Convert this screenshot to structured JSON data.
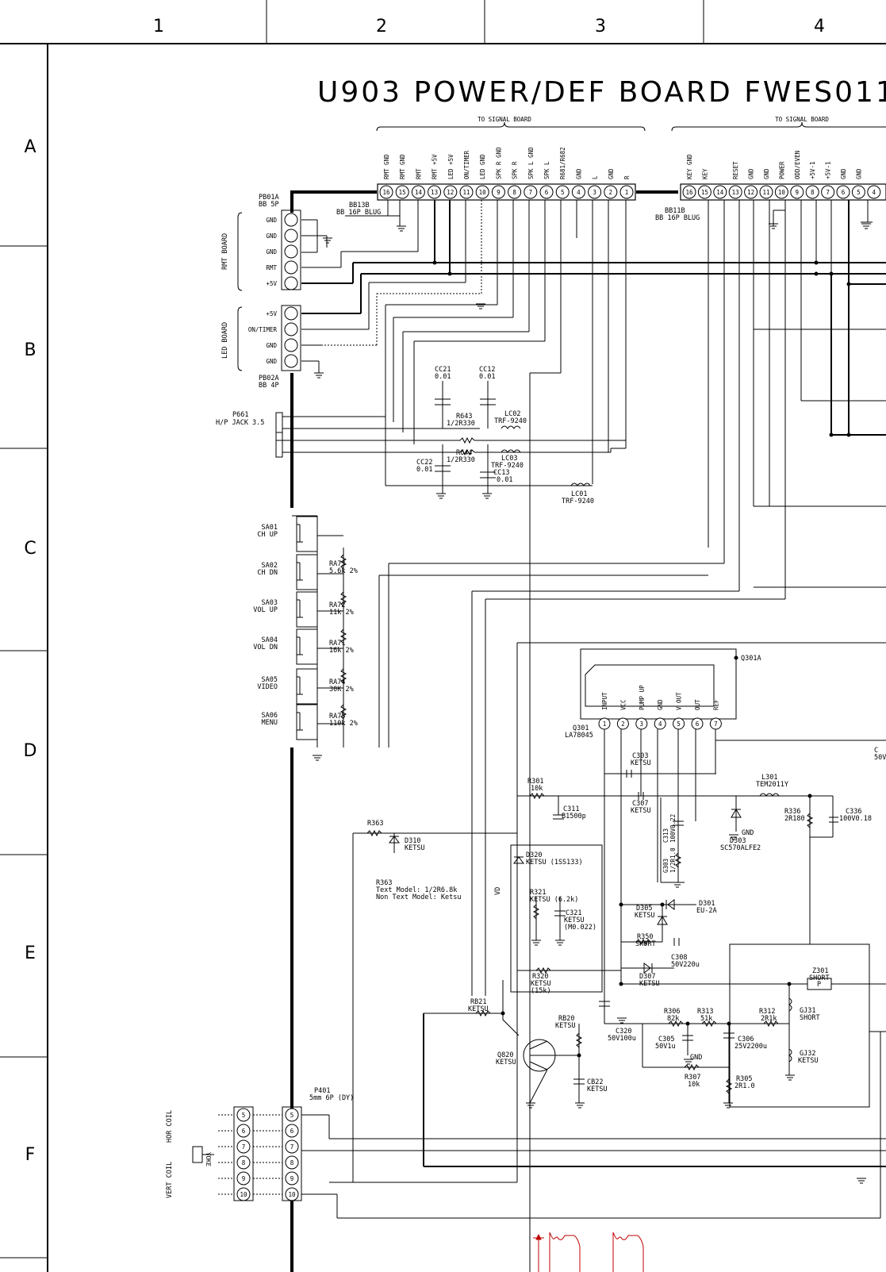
{
  "title": "U903 POWER/DEF BOARD FWES011",
  "col_zones": [
    "1",
    "2",
    "3",
    "4"
  ],
  "row_zones": [
    "A",
    "B",
    "C",
    "D",
    "E",
    "F"
  ],
  "signal_board_label": "TO SIGNAL BOARD",
  "bb13b": {
    "ref": "BB13B",
    "sub": "BB 16P BLUG",
    "pins": [
      "16",
      "15",
      "14",
      "13",
      "12",
      "11",
      "10",
      "9",
      "8",
      "7",
      "6",
      "5",
      "4",
      "3",
      "2",
      "1"
    ],
    "names": [
      "RMT GND",
      "RMT GND",
      "RMT",
      "RMT +5V",
      "LED +5V",
      "ON/TIMER",
      "LED GND",
      "SPK R GND",
      "SPK R",
      "SPK L GND",
      "SPK L",
      "R681/R682",
      "GND",
      "L",
      "GND",
      "R"
    ]
  },
  "bb11b": {
    "ref": "BB11B",
    "sub": "BB 16P BLUG",
    "pins": [
      "16",
      "15",
      "14",
      "13",
      "12",
      "11",
      "10",
      "9",
      "8",
      "7",
      "6",
      "5",
      "4"
    ],
    "names": [
      "KEY GND",
      "KEY",
      "",
      "RESET",
      "GND",
      "GND",
      "POWER",
      "ODD/EVEN",
      "+5V-1",
      "+5V-1",
      "GND",
      "GND",
      ""
    ]
  },
  "pb01a": {
    "ref": "PB01A",
    "sub": "BB 5P",
    "side": "RMT BOARD",
    "pins": [
      "GND",
      "GND",
      "GND",
      "RMT",
      "+5V"
    ]
  },
  "pb02a": {
    "ref": "PB02A",
    "sub": "BB 4P",
    "side": "LED BOARD",
    "pins": [
      "+5V",
      "ON/TIMER",
      "GND",
      "GND"
    ]
  },
  "p661": {
    "ref": "P661",
    "sub": "H/P JACK 3.5"
  },
  "parts": {
    "cc21": [
      "CC21",
      "0.01"
    ],
    "cc12": [
      "CC12",
      "0.01"
    ],
    "r643": [
      "R643",
      "1/2R330"
    ],
    "lc02": [
      "LC02",
      "TRF-9240"
    ],
    "r644": [
      "R644",
      "1/2R330"
    ],
    "lc03": [
      "LC03",
      "TRF-9240"
    ],
    "cc22": [
      "CC22",
      "0.01"
    ],
    "cc13": [
      "CC13",
      "0.01"
    ],
    "lc01": [
      "LC01",
      "TRF-9240"
    ],
    "ra73": [
      "RA73",
      "5.6k 2%"
    ],
    "ra72": [
      "RA72",
      "11k 2%"
    ],
    "ra71": [
      "RA71",
      "16k 2%"
    ],
    "ra74": [
      "RA74",
      "30K 2%"
    ],
    "ra75": [
      "RA75",
      "110k 2%"
    ],
    "r301": [
      "R301",
      "10k"
    ],
    "c311": [
      "C311",
      "B1500p"
    ],
    "c303": [
      "C303",
      "KETSU"
    ],
    "c307": [
      "C307",
      "KETSU"
    ],
    "c313": [
      "C313",
      "100V0.22"
    ],
    "g303": [
      "G303",
      "1/2R1.0"
    ],
    "l301": [
      "L301",
      "TEM2011Y"
    ],
    "r336": [
      "R336",
      "2R180"
    ],
    "c336": [
      "C336",
      "100V0.18"
    ],
    "d303": [
      "D303",
      "SC570ALFE2"
    ],
    "r363": [
      "R363",
      ""
    ],
    "d310": [
      "D310",
      "KETSU"
    ],
    "d320": [
      "D320",
      "KETSU (1SS133)"
    ],
    "r321": [
      "R321",
      "KETSU (6.2k)"
    ],
    "c321": [
      "C321",
      "KETSU",
      "(M0.022)"
    ],
    "r320": [
      "R320",
      "KETSU",
      "(15k)"
    ],
    "d305": [
      "D305",
      "KETSU"
    ],
    "d301": [
      "D301",
      "EU-2A"
    ],
    "r350": [
      "R350",
      "SHORT"
    ],
    "c308": [
      "C308",
      "50V220u"
    ],
    "d307": [
      "D307",
      "KETSU"
    ],
    "z301": [
      "Z301",
      "SHORT"
    ],
    "rb21": [
      "RB21",
      "KETSU"
    ],
    "rb20": [
      "RB20",
      "KETSU"
    ],
    "q820": [
      "Q820",
      "KETSU"
    ],
    "cb22": [
      "CB22",
      "KETSU"
    ],
    "r306": [
      "R306",
      "82k"
    ],
    "r313": [
      "R313",
      "51k"
    ],
    "r312": [
      "R312",
      "2R1k"
    ],
    "gj31": [
      "GJ31",
      "SHORT"
    ],
    "gj32": [
      "GJ32",
      "KETSU"
    ],
    "c320": [
      "C320",
      "50V100u"
    ],
    "c305": [
      "C305",
      "50V1u"
    ],
    "c306": [
      "C306",
      "25V2200u"
    ],
    "r307": [
      "R307",
      "10k"
    ],
    "r305": [
      "R305",
      "2R1.0"
    ]
  },
  "switches": [
    [
      "SA01",
      "CH UP"
    ],
    [
      "SA02",
      "CH DN"
    ],
    [
      "SA03",
      "VOL UP"
    ],
    [
      "SA04",
      "VOL DN"
    ],
    [
      "SA05",
      "VIDEO"
    ],
    [
      "SA06",
      "MENU"
    ]
  ],
  "q301": {
    "ref": "Q301",
    "part": "LA78045",
    "tag": "Q301A",
    "pins": [
      "1",
      "2",
      "3",
      "4",
      "5",
      "6",
      "7"
    ],
    "names": [
      "INPUT",
      "VCC",
      "PUMP UP",
      "GND",
      "V OUT",
      "OUT",
      "REF"
    ]
  },
  "r363_note": [
    "R363",
    "Text Model: 1/2R6.8k",
    "Non Text Model: Ketsu"
  ],
  "vd_label": "VD",
  "gnd": "GND",
  "p_label": "P",
  "c300_partial": [
    "C",
    "50V"
  ],
  "p401": {
    "ref": "P401",
    "sub": "5mm 6P (DY)",
    "pins": [
      "5",
      "6",
      "7",
      "8",
      "9",
      "10"
    ]
  },
  "coils": {
    "hor": "HOR COIL",
    "vert": "VERT COIL",
    "yoke": "YOKE"
  }
}
